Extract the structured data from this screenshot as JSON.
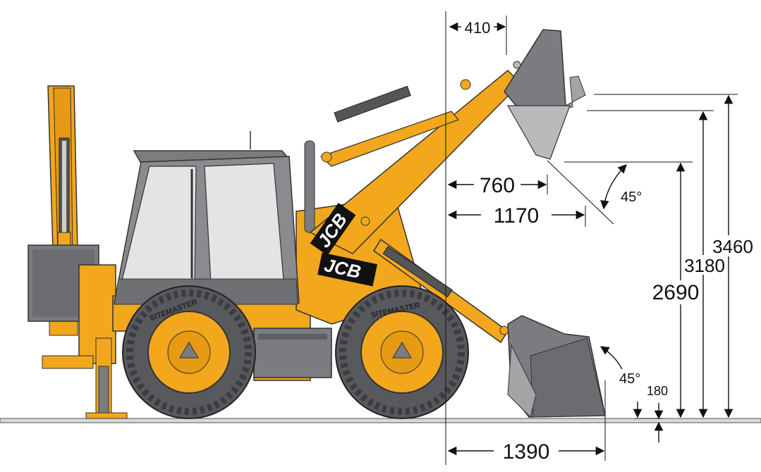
{
  "brand": {
    "logo_text": "JCB",
    "tyre_text": "SITEMASTER",
    "body_color": "#f2a71c",
    "body_shadow": "#c97f0a",
    "cab_color": "#7b7c7f",
    "bucket_color": "#8e8f92",
    "glass_color": "#e4e4e5"
  },
  "dimensions": {
    "d410": "410",
    "d760": "760",
    "d1170": "1170",
    "d1390": "1390",
    "d2690": "2690",
    "d3180": "3180",
    "d3460": "3460",
    "d180": "180",
    "angle_dump": "45°",
    "angle_rollback": "45°"
  }
}
